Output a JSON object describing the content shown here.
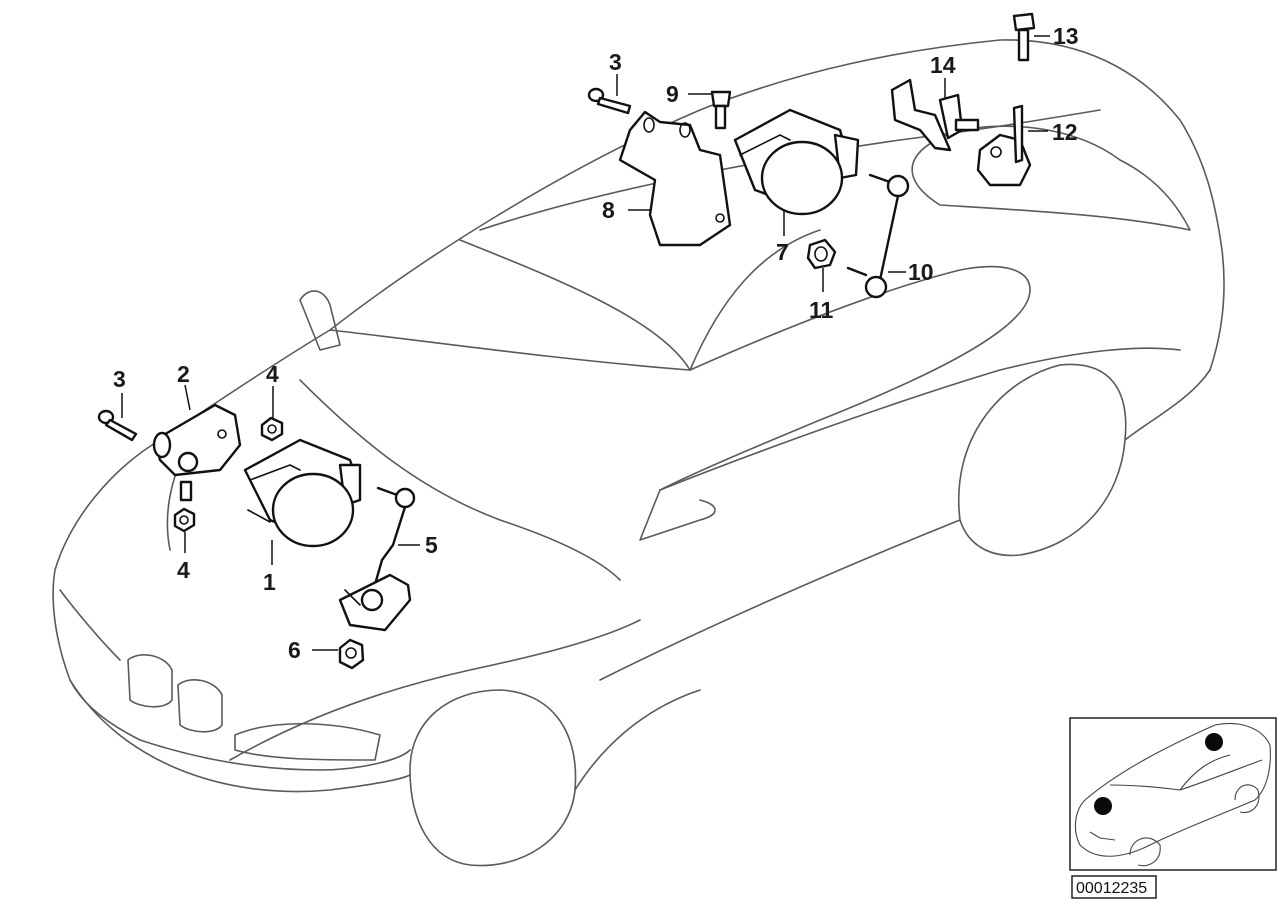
{
  "callouts": {
    "c1": "1",
    "c2": "2",
    "c3a": "3",
    "c3b": "3",
    "c4a": "4",
    "c4b": "4",
    "c5": "5",
    "c6": "6",
    "c7": "7",
    "c8": "8",
    "c9": "9",
    "c10": "10",
    "c11": "11",
    "c12": "12",
    "c13": "13",
    "c14": "14"
  },
  "reference_number": "00012235"
}
